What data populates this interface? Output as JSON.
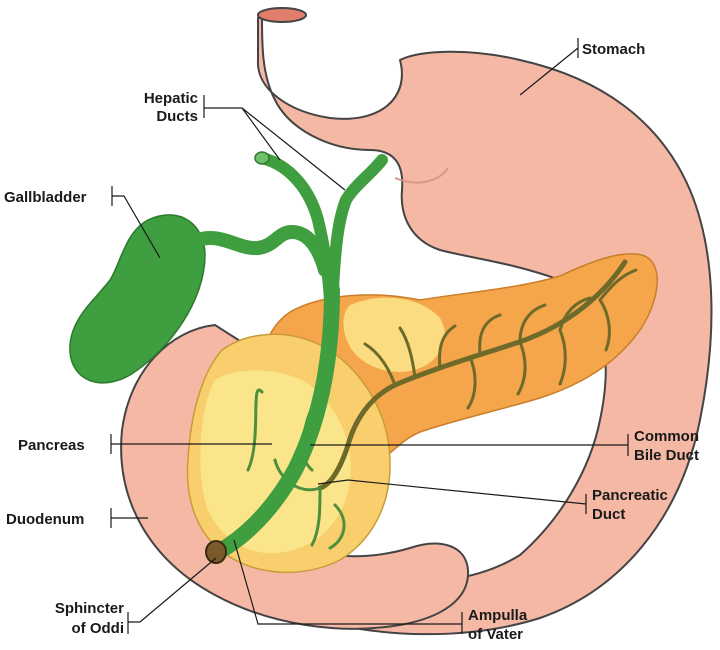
{
  "colors": {
    "stomach": "#f4b8a4",
    "stomach_outline": "#444444",
    "duodenum": "#f4b8a4",
    "pancreas_tail": "#f5a54a",
    "pancreas_head": "#fbe58a",
    "pancreas_light": "#f9cf6e",
    "bile_green": "#3f9e3f",
    "line": "#1a1a1a"
  },
  "labels": {
    "stomach": "Stomach",
    "hepatic_1": "Hepatic",
    "hepatic_2": "Ducts",
    "gallbladder": "Gallbladder",
    "pancreas": "Pancreas",
    "duodenum": "Duodenum",
    "common_1": "Common",
    "common_2": "Bile Duct",
    "pancreatic_1": "Pancreatic",
    "pancreatic_2": "Duct",
    "sphincter_1": "Sphincter",
    "sphincter_2": "of Oddi",
    "ampulla_1": "Ampulla",
    "ampulla_2": "of Vater"
  }
}
